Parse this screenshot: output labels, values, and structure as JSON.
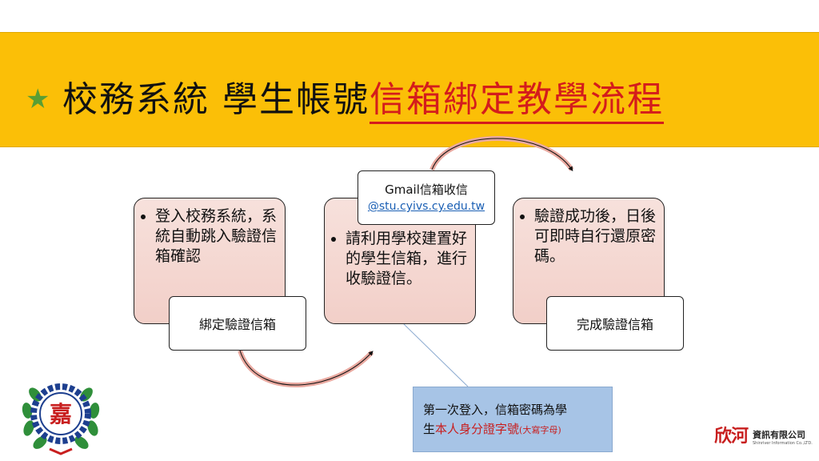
{
  "title": {
    "star": "★",
    "part1": "校務系統 學生帳號",
    "part2": "信箱綁定教學流程"
  },
  "steps": [
    {
      "text": "登入校務系統，系統自動跳入驗證信箱確認",
      "sub_label": "綁定驗證信箱"
    },
    {
      "text": "請利用學校建置好的學生信箱，進行收驗證信。"
    },
    {
      "text": "驗證成功後，日後可即時自行還原密碼。",
      "sub_label": "完成驗證信箱"
    }
  ],
  "gmail_box": {
    "line1": "Gmail信箱收信",
    "email": "@stu.cyivs.cy.edu.tw"
  },
  "note": {
    "line1": "第一次登入，信箱密碼為學",
    "line2_prefix": "生",
    "line2_red": "本人身分證字號",
    "line2_small": "(大寫字母)"
  },
  "logo": {
    "glyph": "嘉"
  },
  "company": {
    "brand": "欣河",
    "name": "資訊有限公司",
    "english": "Shinriver Information Co.,LTD."
  },
  "colors": {
    "banner": "#fbbf07",
    "title_red": "#d41c1c",
    "step_fill": "#f2cfc8",
    "note_fill": "#a7c4e6",
    "link_blue": "#1a5fb4"
  }
}
